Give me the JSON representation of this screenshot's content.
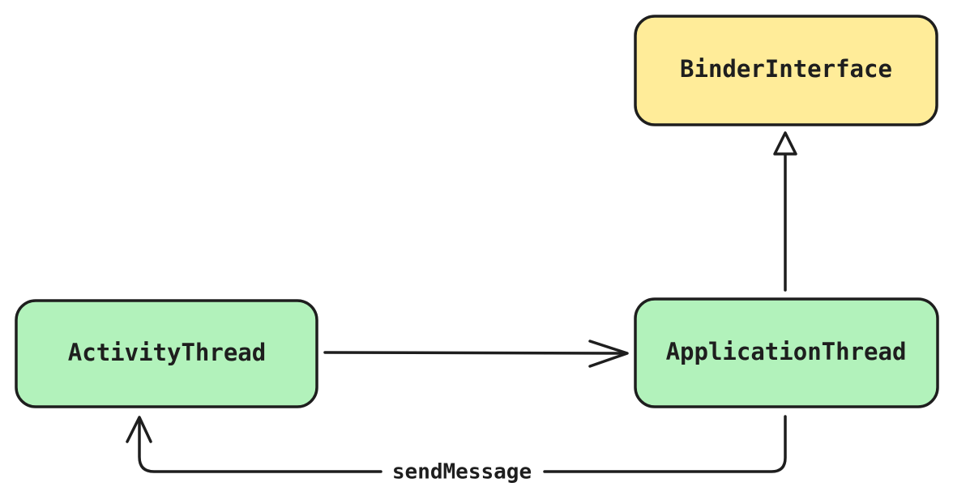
{
  "nodes": {
    "binder_interface": {
      "label": "BinderInterface",
      "fill": "#ffec99"
    },
    "activity_thread": {
      "label": "ActivityThread",
      "fill": "#b2f2bb"
    },
    "application_thread": {
      "label": "ApplicationThread",
      "fill": "#b2f2bb"
    }
  },
  "edges": {
    "send_message": {
      "label": "sendMessage"
    }
  },
  "colors": {
    "stroke": "#1e1e1e",
    "background": "#ffffff"
  }
}
